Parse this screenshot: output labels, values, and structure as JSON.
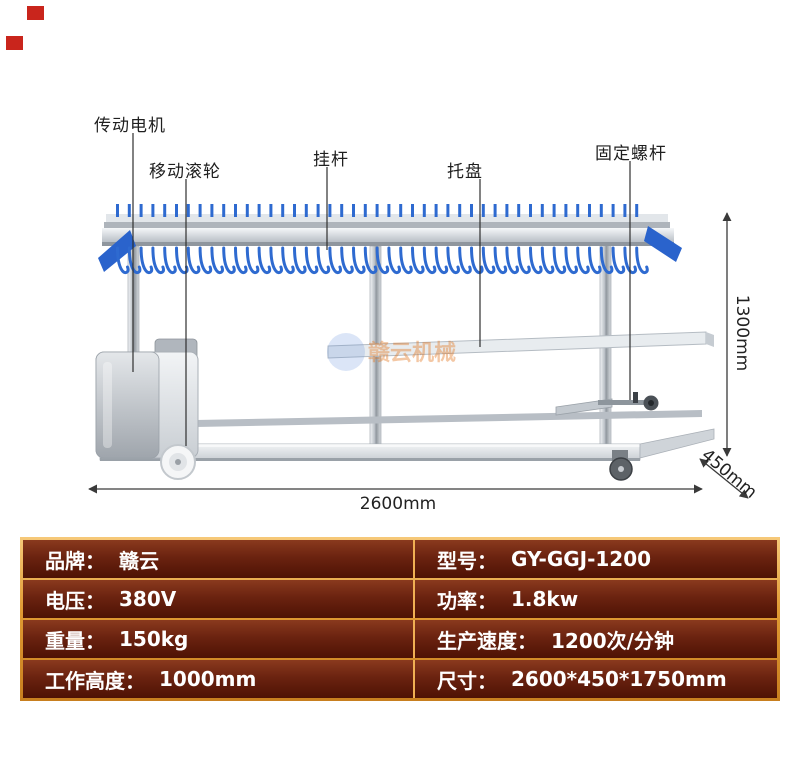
{
  "watermark": {
    "text": "赣云机械"
  },
  "part_labels": {
    "motor": "传动电机",
    "roller": "移动滚轮",
    "rod": "挂杆",
    "tray": "托盘",
    "screw": "固定螺杆"
  },
  "dimensions": {
    "height": "1300mm",
    "length": "2600mm",
    "depth": "450mm"
  },
  "specs": {
    "rows": [
      {
        "left_label": "品牌：",
        "left_value": "赣云",
        "right_label": "型号：",
        "right_value": "GY-GGJ-1200"
      },
      {
        "left_label": "电压：",
        "left_value": "380V",
        "right_label": "功率：",
        "right_value": "1.8kw"
      },
      {
        "left_label": "重量：",
        "left_value": "150kg",
        "right_label": "生产速度：",
        "right_value": "1200次/分钟"
      },
      {
        "left_label": "工作高度：",
        "left_value": "1000mm",
        "right_label": "尺寸：",
        "right_value": "2600*450*1750mm"
      }
    ]
  },
  "colors": {
    "hanger_blue": "#2e6ad0",
    "table_border_gold": "#e8a33d",
    "table_row_maroon": "#5f1a08",
    "accent_red": "#c9251c"
  }
}
